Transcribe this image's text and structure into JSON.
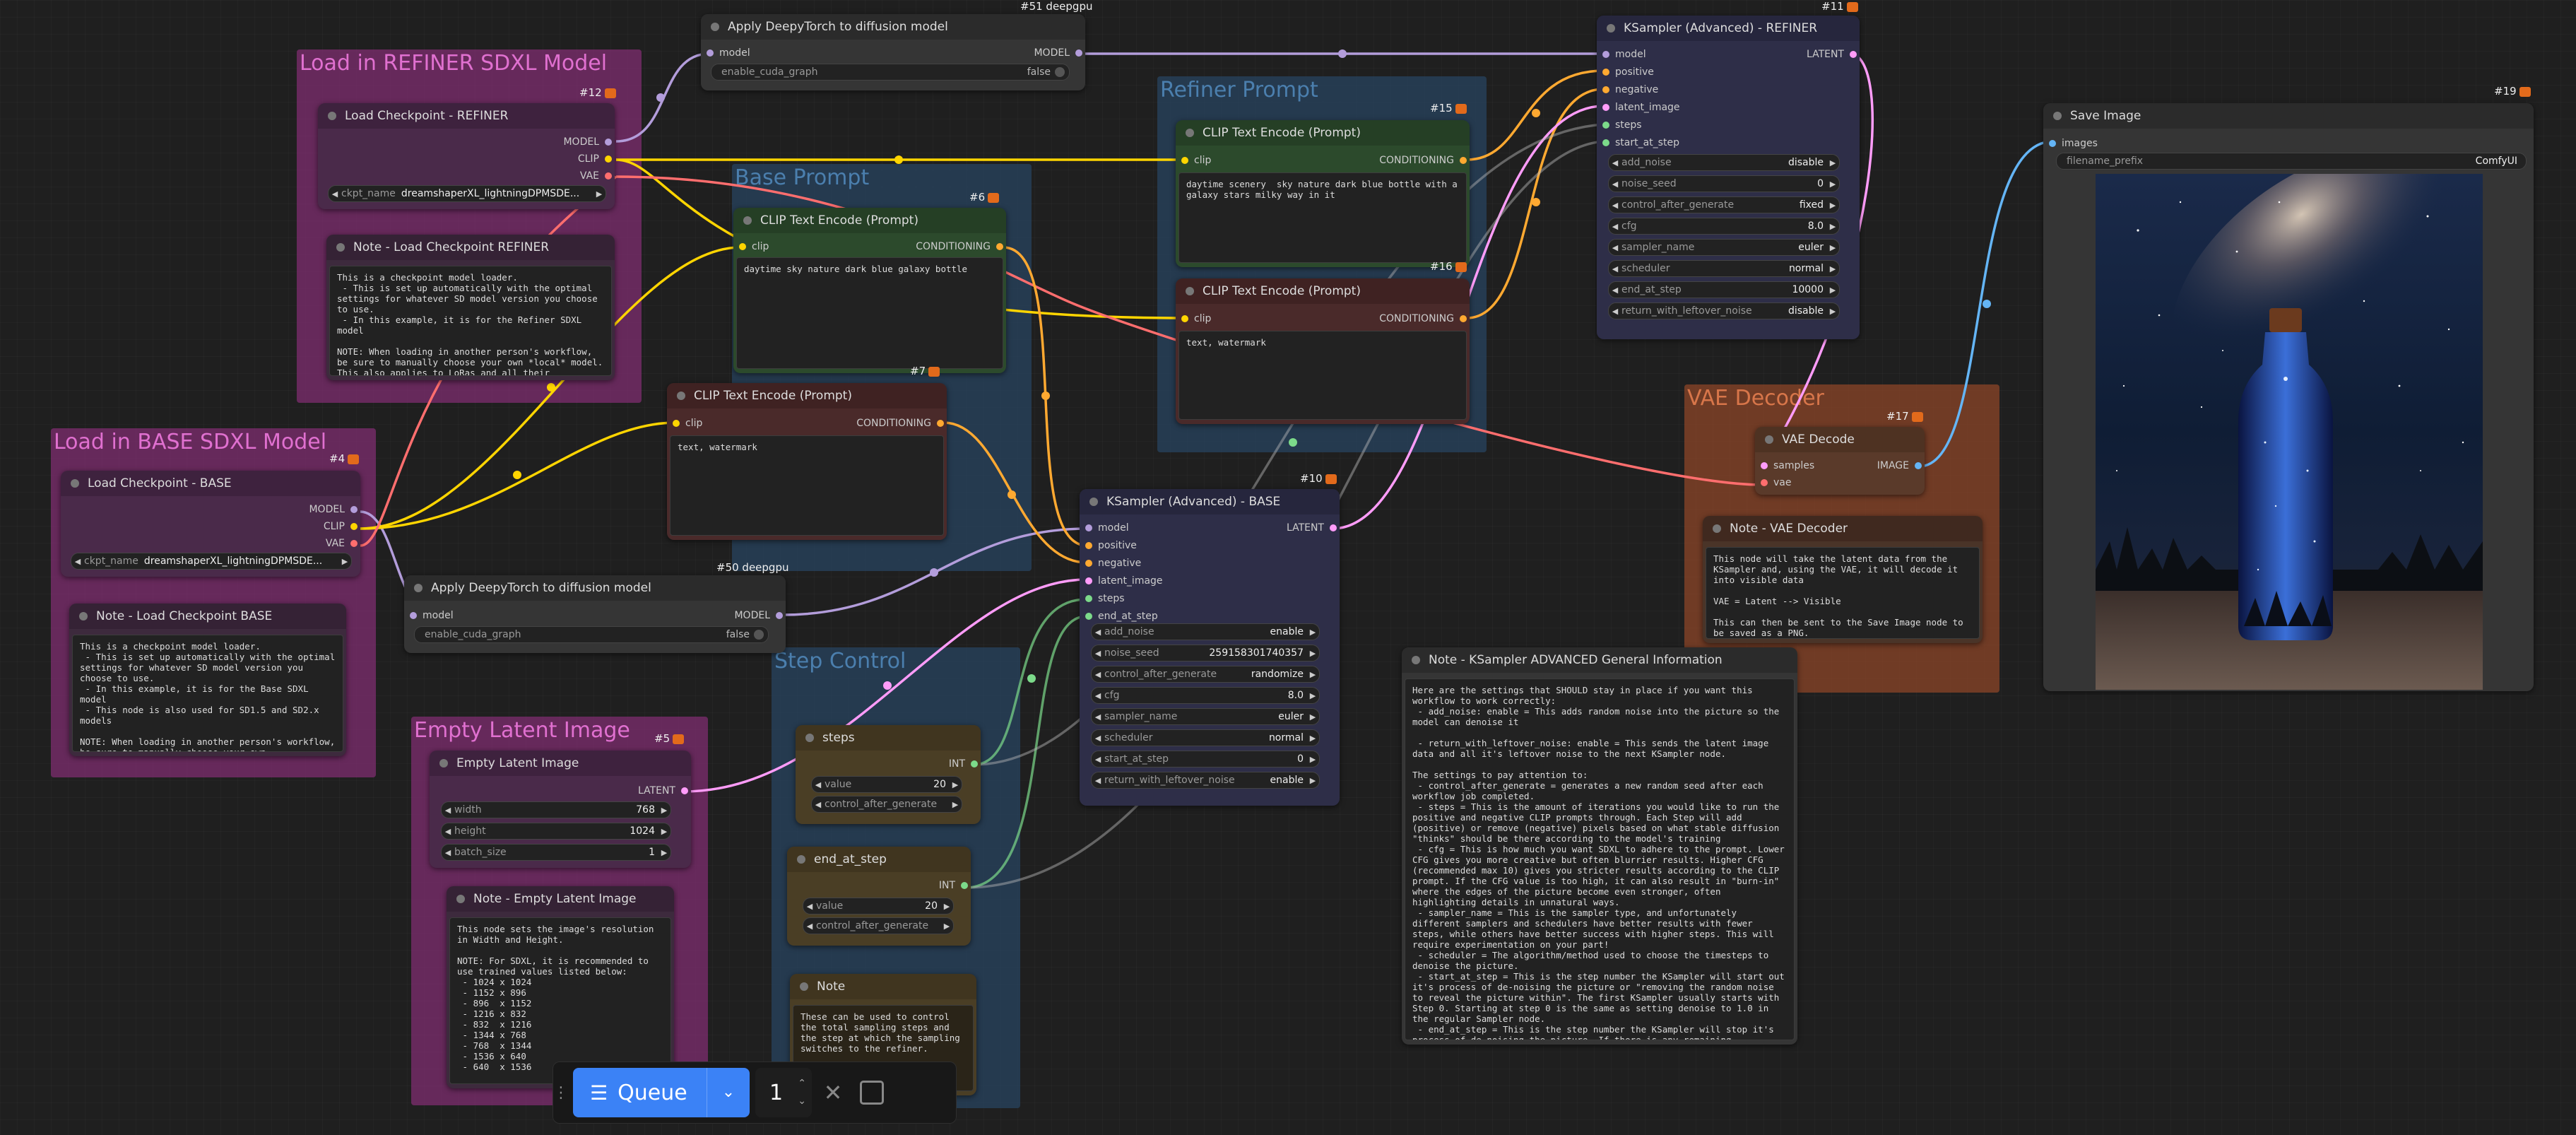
{
  "groups": {
    "refiner_loader": "Load in REFINER SDXL Model",
    "base_loader": "Load in BASE SDXL Model",
    "base_prompt": "Base Prompt",
    "refiner_prompt": "Refiner Prompt",
    "step_control": "Step Control",
    "empty_latent": "Empty Latent Image",
    "vae_decoder": "VAE Decoder"
  },
  "nodes": {
    "deepy51": {
      "title": "Apply DeepyTorch to diffusion model",
      "badge": "#51 deepgpu",
      "in_model": "model",
      "out_model": "MODEL",
      "toggle_label": "enable_cuda_graph",
      "toggle_val": "false"
    },
    "deepy50": {
      "title": "Apply DeepyTorch to diffusion model",
      "badge": "#50 deepgpu",
      "in_model": "model",
      "out_model": "MODEL",
      "toggle_label": "enable_cuda_graph",
      "toggle_val": "false"
    },
    "ckpt_refiner": {
      "title": "Load Checkpoint - REFINER",
      "badge": "#12",
      "out_model": "MODEL",
      "out_clip": "CLIP",
      "out_vae": "VAE",
      "w_label": "ckpt_name",
      "w_val": "dreamshaperXL_lightningDPMSDE..."
    },
    "note_refiner": {
      "title": "Note - Load Checkpoint REFINER",
      "text": "This is a checkpoint model loader.\n - This is set up automatically with the optimal settings for whatever SD model version you choose to use.\n - In this example, it is for the Refiner SDXL model\n\nNOTE: When loading in another person's workflow, be sure to manually choose your own *local* model. This also applies to LoRas and all their"
    },
    "ckpt_base": {
      "title": "Load Checkpoint - BASE",
      "badge": "#4",
      "out_model": "MODEL",
      "out_clip": "CLIP",
      "out_vae": "VAE",
      "w_label": "ckpt_name",
      "w_val": "dreamshaperXL_lightningDPMSDE..."
    },
    "note_base": {
      "title": "Note - Load Checkpoint BASE",
      "text": "This is a checkpoint model loader.\n - This is set up automatically with the optimal settings for whatever SD model version you choose to use.\n - In this example, it is for the Base SDXL model\n - This node is also used for SD1.5 and SD2.x models\n\nNOTE: When loading in another person's workflow, be sure to manually choose your own"
    },
    "clip_base_pos": {
      "title": "CLIP Text Encode (Prompt)",
      "badge": "#6",
      "in": "clip",
      "out": "CONDITIONING",
      "text": "daytime sky nature dark blue galaxy bottle"
    },
    "clip_base_neg": {
      "title": "CLIP Text Encode (Prompt)",
      "badge": "#7",
      "in": "clip",
      "out": "CONDITIONING",
      "text": "text, watermark"
    },
    "clip_ref_pos": {
      "title": "CLIP Text Encode (Prompt)",
      "badge": "#15",
      "in": "clip",
      "out": "CONDITIONING",
      "text": "daytime scenery  sky nature dark blue bottle with a galaxy stars milky way in it"
    },
    "clip_ref_neg": {
      "title": "CLIP Text Encode (Prompt)",
      "badge": "#16",
      "in": "clip",
      "out": "CONDITIONING",
      "text": "text, watermark"
    },
    "ks_refiner": {
      "title": "KSampler (Advanced) - REFINER",
      "badge": "#11",
      "inputs": [
        "model",
        "positive",
        "negative",
        "latent_image",
        "steps",
        "start_at_step"
      ],
      "out": "LATENT",
      "widgets": [
        {
          "l": "add_noise",
          "v": "disable"
        },
        {
          "l": "noise_seed",
          "v": "0"
        },
        {
          "l": "control_after_generate",
          "v": "fixed"
        },
        {
          "l": "cfg",
          "v": "8.0"
        },
        {
          "l": "sampler_name",
          "v": "euler"
        },
        {
          "l": "scheduler",
          "v": "normal"
        },
        {
          "l": "end_at_step",
          "v": "10000"
        },
        {
          "l": "return_with_leftover_noise",
          "v": "disable"
        }
      ]
    },
    "ks_base": {
      "title": "KSampler (Advanced) - BASE",
      "badge": "#10",
      "inputs": [
        "model",
        "positive",
        "negative",
        "latent_image",
        "steps",
        "end_at_step"
      ],
      "out": "LATENT",
      "widgets": [
        {
          "l": "add_noise",
          "v": "enable"
        },
        {
          "l": "noise_seed",
          "v": "259158301740357"
        },
        {
          "l": "control_after_generate",
          "v": "randomize"
        },
        {
          "l": "cfg",
          "v": "8.0"
        },
        {
          "l": "sampler_name",
          "v": "euler"
        },
        {
          "l": "scheduler",
          "v": "normal"
        },
        {
          "l": "start_at_step",
          "v": "0"
        },
        {
          "l": "return_with_leftover_noise",
          "v": "enable"
        }
      ]
    },
    "save_image": {
      "title": "Save Image",
      "badge": "#19",
      "in": "images",
      "w_label": "filename_prefix",
      "w_val": "ComfyUI"
    },
    "vae_decode": {
      "title": "VAE Decode",
      "badge": "#17",
      "in_samples": "samples",
      "in_vae": "vae",
      "out": "IMAGE"
    },
    "note_vae": {
      "title": "Note - VAE Decoder",
      "text": "This node will take the latent data from the KSampler and, using the VAE, it will decode it into visible data\n\nVAE = Latent --> Visible\n\nThis can then be sent to the Save Image node to be saved as a PNG."
    },
    "note_ksampler": {
      "title": "Note - KSampler  ADVANCED General Information",
      "text": "Here are the settings that SHOULD stay in place if you want this workflow to work correctly:\n - add_noise: enable = This adds random noise into the picture so the model can denoise it\n\n - return_with_leftover_noise: enable = This sends the latent image data and all it's leftover noise to the next KSampler node.\n\nThe settings to pay attention to:\n - control_after_generate = generates a new random seed after each workflow job completed.\n - steps = This is the amount of iterations you would like to run the positive and negative CLIP prompts through. Each Step will add (positive) or remove (negative) pixels based on what stable diffusion \"thinks\" should be there according to the model's training\n - cfg = This is how much you want SDXL to adhere to the prompt. Lower CFG gives you more creative but often blurrier results. Higher CFG (recommended max 10) gives you stricter results according to the CLIP prompt. If the CFG value is too high, it can also result in \"burn-in\" where the edges of the picture become even stronger, often highlighting details in unnatural ways.\n - sampler_name = This is the sampler type, and unfortunately different samplers and schedulers have better results with fewer steps, while others have better success with higher steps. This will require experimentation on your part!\n - scheduler = The algorithm/method used to choose the timesteps to denoise the picture.\n - start_at_step = This is the step number the KSampler will start out it's process of de-noising the picture or \"removing the random noise to reveal the picture within\". The first KSampler usually starts with Step 0. Starting at step 0 is the same as setting denoise to 1.0 in the regular Sampler node.\n - end_at_step = This is the step number the KSampler will stop it's process of de-noising the picture. If there is any remaining"
    },
    "empty_latent": {
      "title": "Empty Latent Image",
      "badge": "#5",
      "out": "LATENT",
      "widgets": [
        {
          "l": "width",
          "v": "768"
        },
        {
          "l": "height",
          "v": "1024"
        },
        {
          "l": "batch_size",
          "v": "1"
        }
      ]
    },
    "note_empty": {
      "title": "Note - Empty Latent Image",
      "text": "This node sets the image's resolution in Width and Height.\n\nNOTE: For SDXL, it is recommended to use trained values listed below:\n - 1024 x 1024\n - 1152 x 896\n - 896  x 1152\n - 1216 x 832\n - 832  x 1216\n - 1344 x 768\n - 768  x 1344\n - 1536 x 640\n - 640  x 1536"
    },
    "steps": {
      "title": "steps",
      "out": "INT",
      "w_label": "value",
      "w_val": "20",
      "w2_label": "control_after_generate"
    },
    "end_at_step": {
      "title": "end_at_step",
      "out": "INT",
      "w_label": "value",
      "w_val": "20",
      "w2_label": "control_after_generate"
    },
    "note_step": {
      "title": "Note",
      "text": "These can be used to control the total sampling steps and the step at which the sampling switches to the refiner."
    }
  },
  "queue": {
    "label": "Queue",
    "count": "1"
  },
  "colors": {
    "clip": "#ffd500",
    "model": "#b39ddb",
    "vae": "#ff6e6e",
    "conditioning": "#ffa931",
    "latent": "#ff9cf9",
    "image": "#64b5f6",
    "int": "#7cda8a"
  }
}
